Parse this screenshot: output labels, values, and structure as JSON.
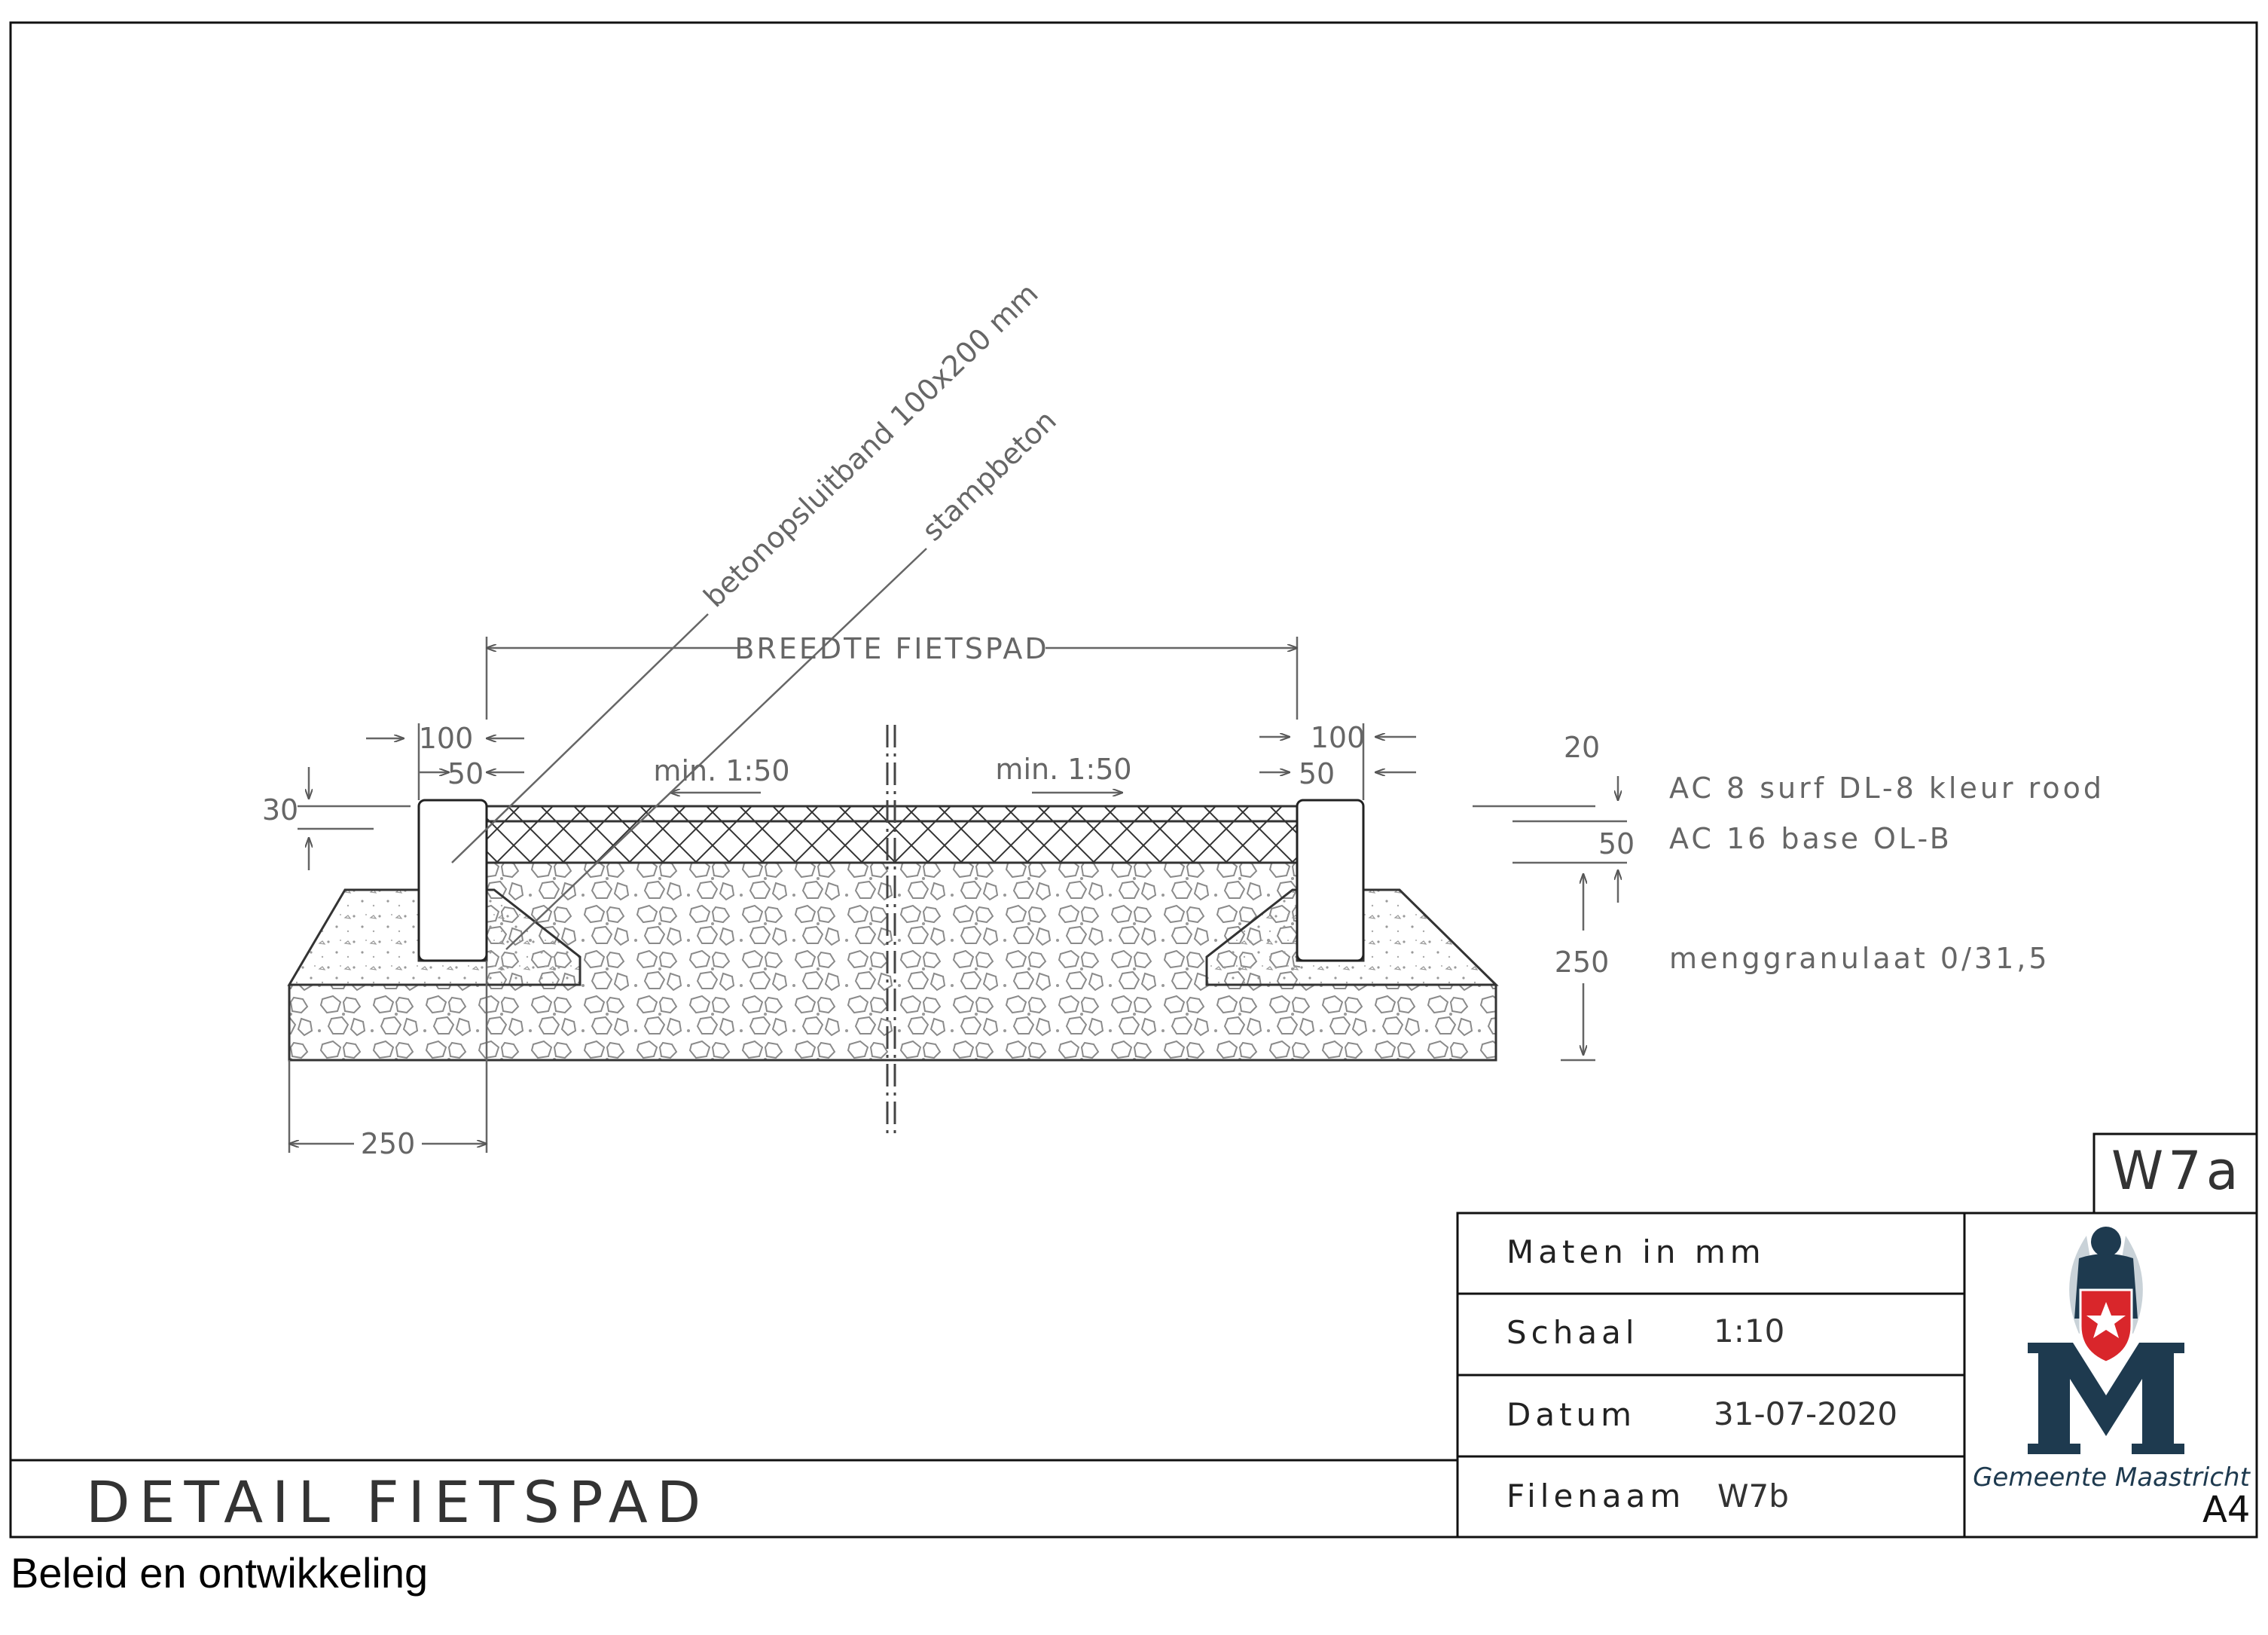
{
  "drawing": {
    "title": "DETAIL FIETSPAD",
    "sheet_code": "W7a",
    "paper_size": "A4",
    "organisation": "Gemeente Maastricht"
  },
  "title_block": {
    "rows": [
      {
        "label": "Maten in mm",
        "value": ""
      },
      {
        "label": "Schaal",
        "value": "1:10"
      },
      {
        "label": "Datum",
        "value": "31-07-2020"
      },
      {
        "label": "Filenaam",
        "value": "W7b"
      }
    ]
  },
  "annotations": {
    "width_label": "BREEDTE FIETSPAD",
    "curb_label": "betonopsluitband 100x200 mm",
    "concrete_label": "stampbeton",
    "slope_left": "min. 1:50",
    "slope_right": "min. 1:50"
  },
  "dimensions": {
    "left_curb_width": "100",
    "left_curb_offset": "50",
    "right_curb_width": "100",
    "right_curb_offset": "50",
    "curb_reveal": "30",
    "foundation_width": "250",
    "top_layer": "20",
    "base_layer": "50",
    "subbase": "250"
  },
  "layers": [
    {
      "label": "AC 8 surf DL-8 kleur rood"
    },
    {
      "label": "AC 16 base OL-B"
    },
    {
      "label": "menggranulaat 0/31,5"
    }
  ],
  "footer": {
    "department": "Beleid en ontwikkeling"
  },
  "colors": {
    "line": "#2b2b2b",
    "dim": "#6a6a6a",
    "hatch": "#9a9a9a",
    "logo_navy": "#1e3a4f",
    "logo_red": "#d9262b"
  }
}
